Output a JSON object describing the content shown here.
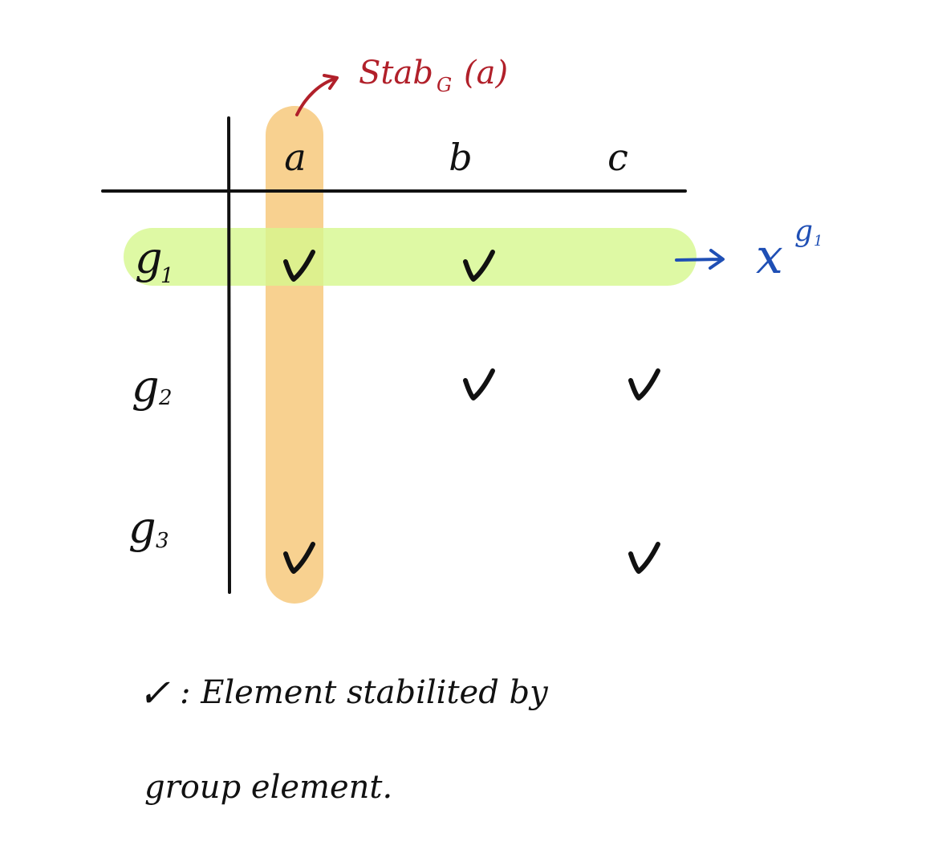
{
  "annotation": {
    "stab_main": "Stab",
    "stab_sub": "G",
    "stab_arg": "(a)",
    "orbit_base": "x",
    "orbit_sup": "g",
    "orbit_sup_sub": "1"
  },
  "table": {
    "columns": [
      "a",
      "b",
      "c"
    ],
    "rows": [
      {
        "label": "g",
        "sub": "1",
        "checks": [
          true,
          true,
          false
        ]
      },
      {
        "label": "g",
        "sub": "2",
        "checks": [
          false,
          true,
          true
        ]
      },
      {
        "label": "g",
        "sub": "3",
        "checks": [
          true,
          false,
          true
        ]
      }
    ]
  },
  "legend": {
    "symbol": "✓",
    "line1": ": Element stabilited by",
    "line2": "group element."
  },
  "colors": {
    "ink": "#111111",
    "column_highlight": "#f7c97c",
    "row_highlight": "#d6f78d",
    "stab_annotation": "#b1202a",
    "orbit_annotation": "#1f4fb5"
  }
}
